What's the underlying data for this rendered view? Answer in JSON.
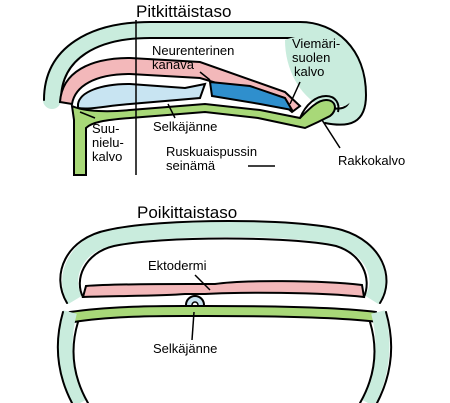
{
  "titles": {
    "longitudinal": "Pitkittäistaso",
    "transverse": "Poikittaistaso"
  },
  "labels": {
    "neurenteric_1": "Neurenterinen",
    "neurenteric_2": "kanava",
    "hindgut_1": "Viemäri-",
    "hindgut_2": "suolen",
    "hindgut_3": "kalvo",
    "oral_1": "Suu-",
    "oral_2": "nielu-",
    "oral_3": "kalvo",
    "notochord_top": "Selkäjänne",
    "yolk_1": "Ruskuaispussin",
    "yolk_2": "seinämä",
    "allantois": "Rakkokalvo",
    "ectoderm": "Ektodermi",
    "notochord_bottom": "Selkäjänne"
  },
  "colors": {
    "ectoderm": "#f3b8ba",
    "endoderm": "#a8d878",
    "mesoderm": "#c9ecdd",
    "notochord": "#c8e4f2",
    "hindgut": "#2f8fcd"
  }
}
